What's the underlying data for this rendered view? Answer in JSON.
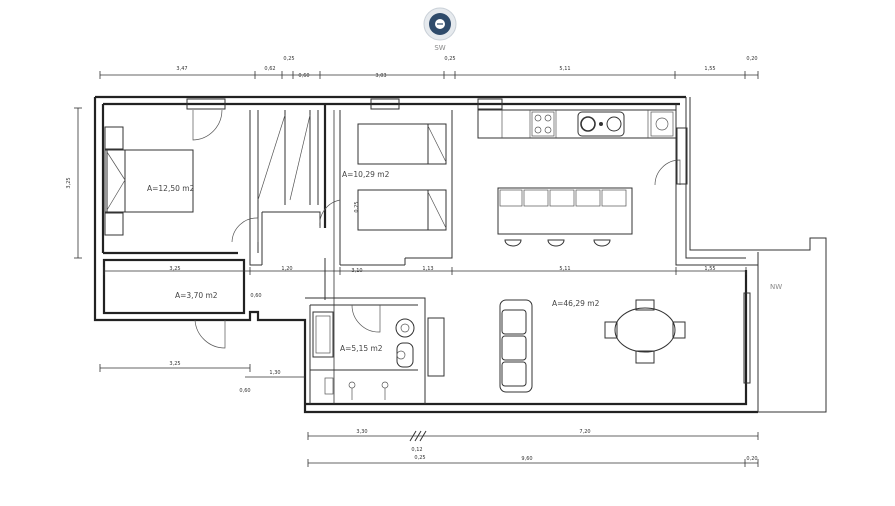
{
  "compass": {
    "label": "SW"
  },
  "compass_ne": {
    "label": "NW"
  },
  "areas": {
    "bedroom1": "A=12,50 m2",
    "bedroom2": "A=10,29 m2",
    "storage": "A=3,70 m2",
    "bathroom": "A=5,15 m2",
    "living": "A=46,29 m2"
  },
  "dims_top": [
    "3,47",
    "0,62",
    "0,25",
    "0,60",
    "3,03",
    "0,25",
    "5,11",
    "1,55",
    "0,20"
  ],
  "dims_left": [
    "3,25"
  ],
  "dims_inner": [
    "3,25",
    "1,20",
    "1,13",
    "5,11",
    "1,55",
    "0,60",
    "3,10",
    "0,25"
  ],
  "dims_left_lower": [
    "3,25",
    "1,30",
    "0,60"
  ],
  "dims_bottom_1": [
    "3,30",
    "7,20"
  ],
  "dims_bottom_2": [
    "0,12",
    "0,25",
    "9,60",
    "0,20"
  ]
}
